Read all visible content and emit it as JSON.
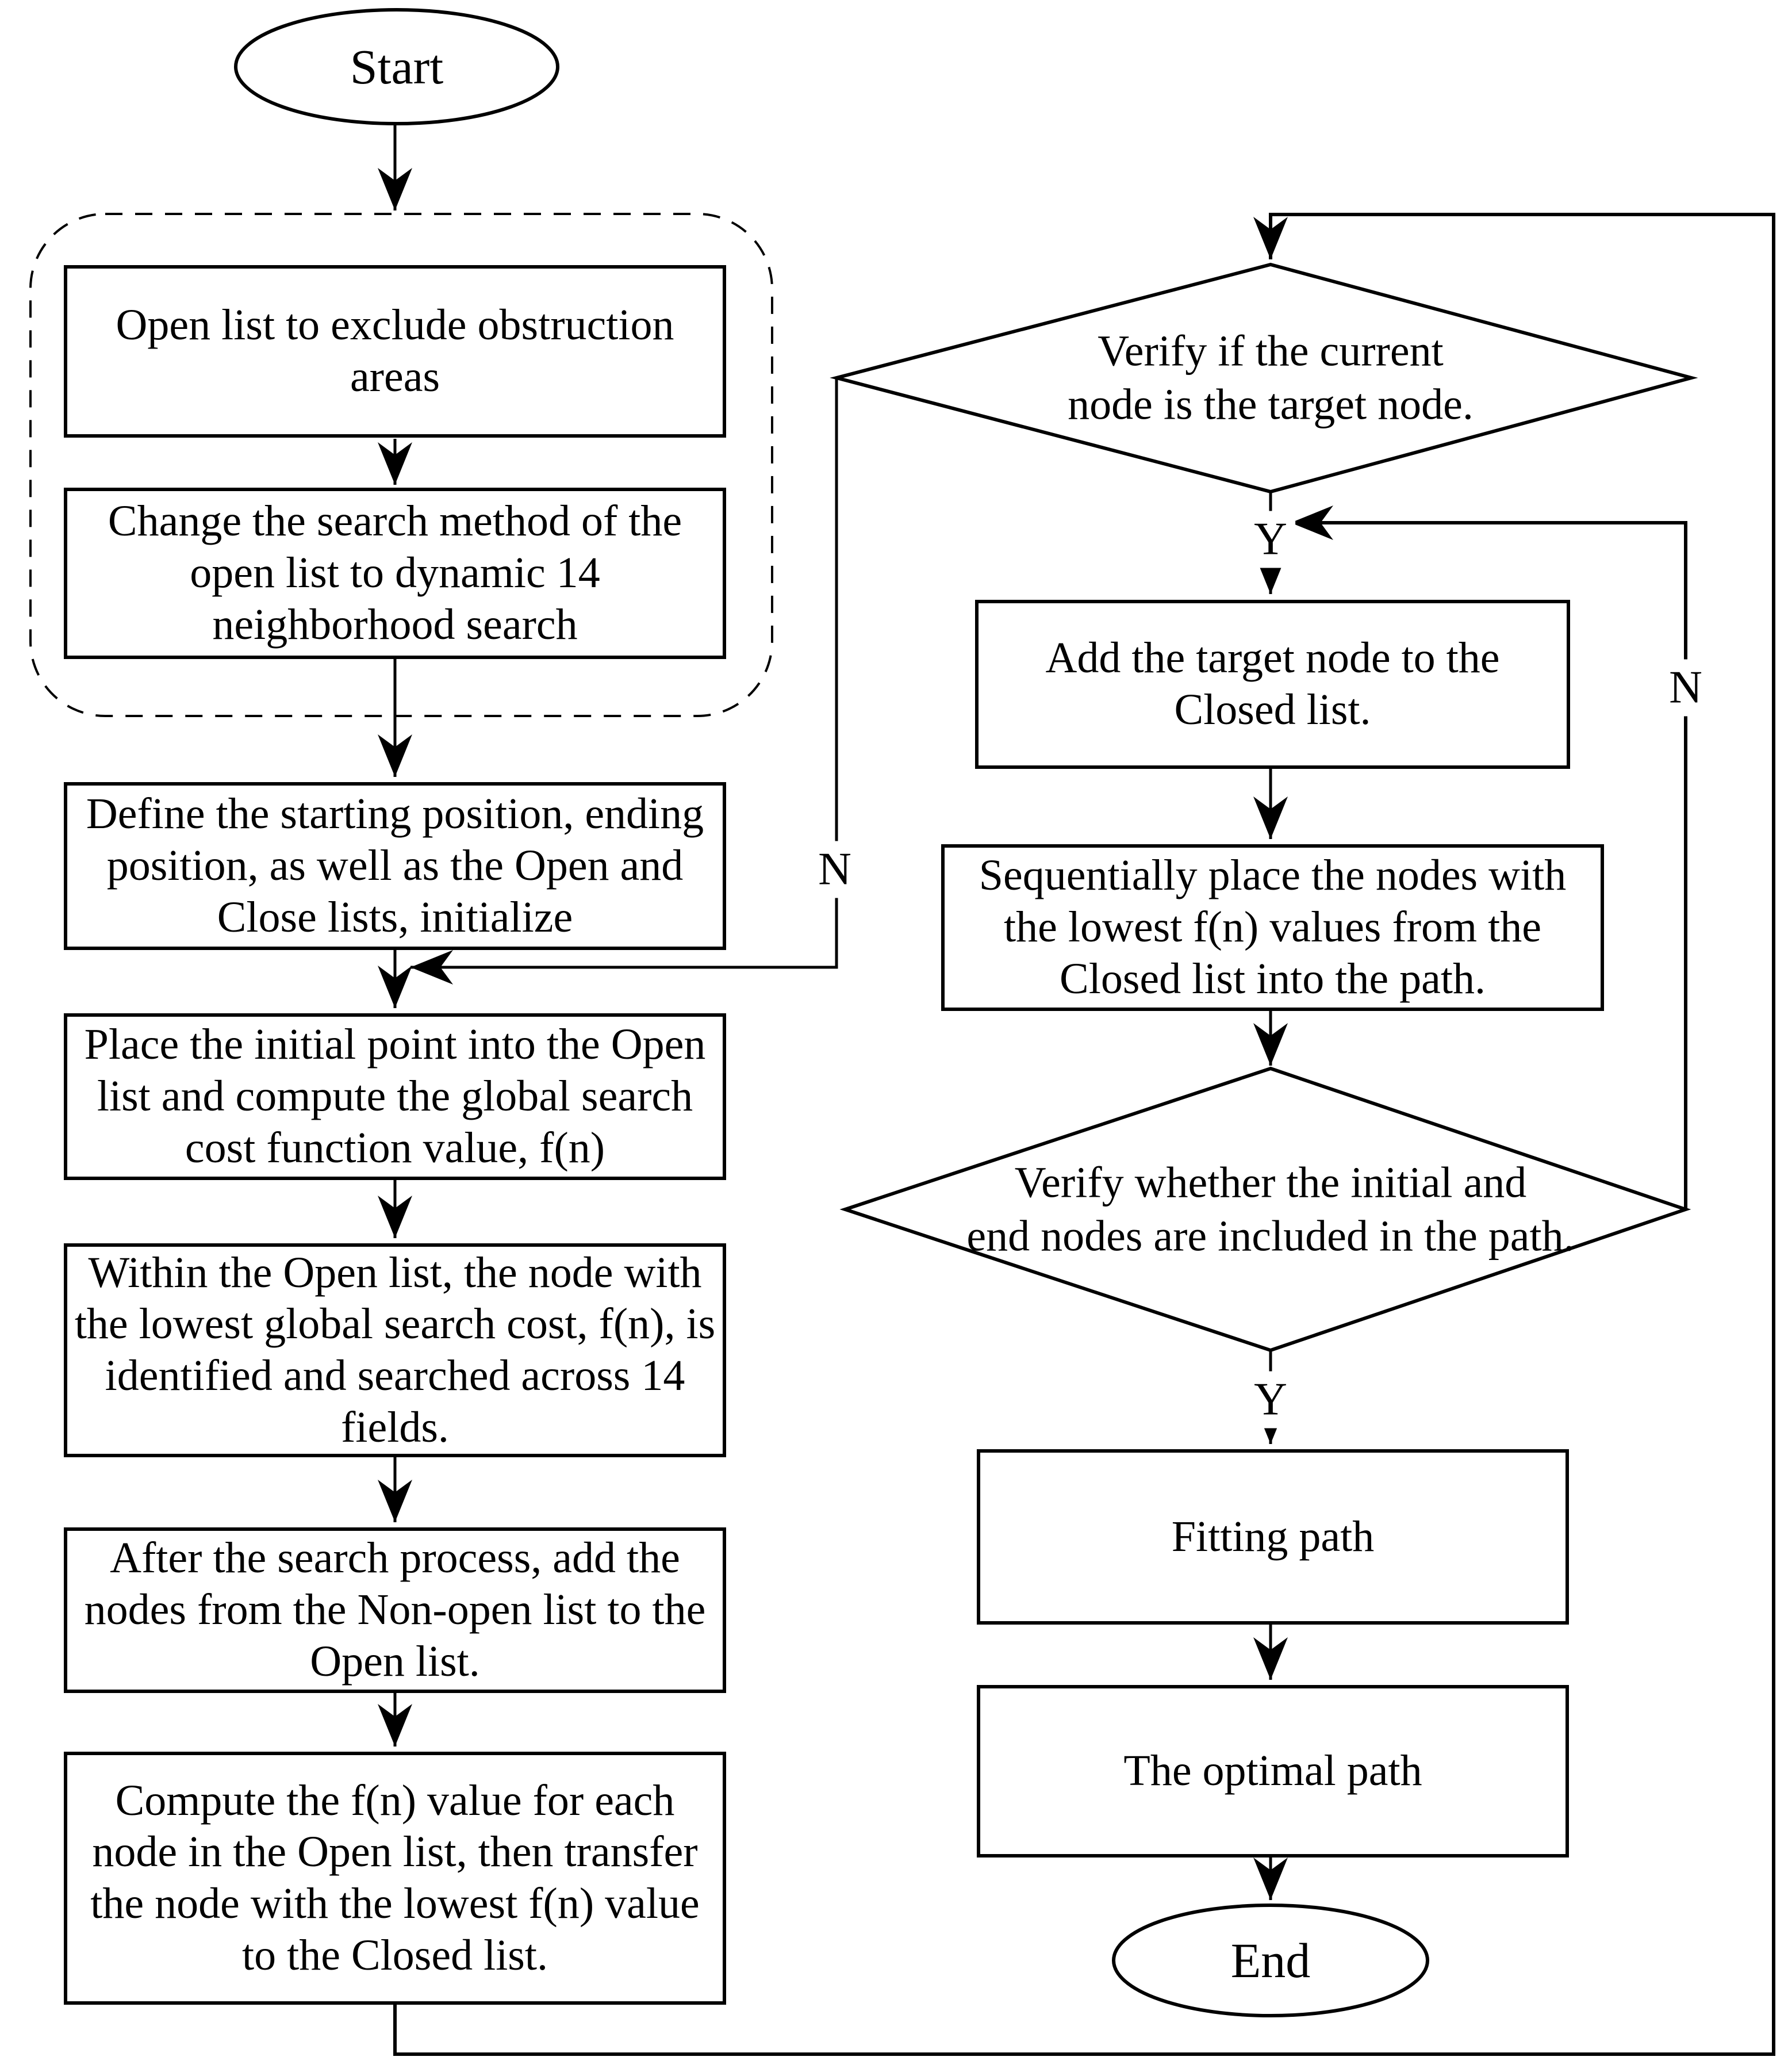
{
  "nodes": {
    "start": {
      "label": "Start"
    },
    "open_list_exclude": {
      "text": "Open list to exclude obstruction areas"
    },
    "change_search_method": {
      "text": "Change the search method of the open list to dynamic 14 neighborhood search"
    },
    "define_positions": {
      "text": "Define the starting position, ending position, as well as the Open and Close lists, initialize"
    },
    "place_initial_point": {
      "text": "Place the initial point into the Open list and compute the global search cost function value, f(n)"
    },
    "within_open_list": {
      "text": "Within the Open list, the node with the lowest global search cost, f(n), is identified and searched across 14 fields."
    },
    "after_search": {
      "text": "After the search process, add the nodes from the Non-open list to the Open list."
    },
    "compute_fn": {
      "text": "Compute the f(n) value for each node in the Open list, then transfer the node with the lowest f(n) value to the Closed list."
    },
    "verify_target": {
      "lines": [
        "Verify if the current",
        "node is the target node."
      ]
    },
    "add_target": {
      "text": "Add the target node to the Closed list."
    },
    "sequentially_place": {
      "text": "Sequentially place the nodes with the lowest f(n) values from the Closed list into the path."
    },
    "verify_path": {
      "lines": [
        "Verify whether the initial and",
        "end nodes are included in the path."
      ]
    },
    "fitting_path": {
      "text": "Fitting path"
    },
    "optimal_path": {
      "text": "The optimal path"
    },
    "end": {
      "label": "End"
    }
  },
  "edge_labels": {
    "yes_target": "Y",
    "no_target": "N",
    "yes_path": "Y",
    "no_path": "N"
  },
  "colors": {
    "stroke": "#000000",
    "fill": "#ffffff",
    "text": "#000000"
  }
}
